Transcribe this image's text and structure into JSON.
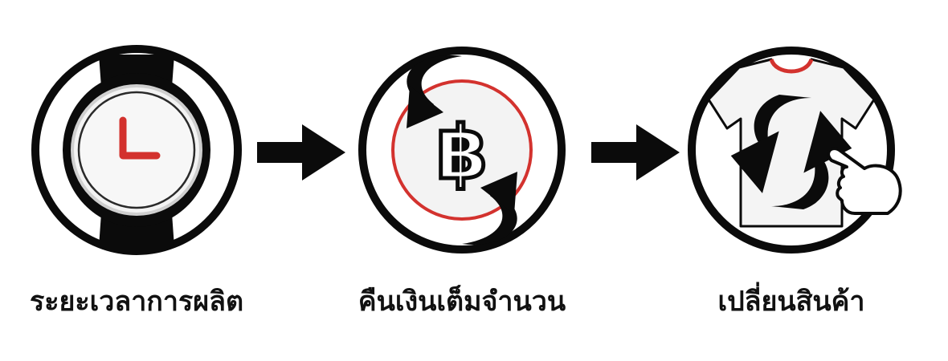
{
  "steps": [
    {
      "label": "ระยะเวลาการผลิต",
      "icon": "watch-clock-icon"
    },
    {
      "label": "คืนเงินเต็มจำนวน",
      "icon": "baht-refund-icon"
    },
    {
      "label": "เปลี่ยนสินค้า",
      "icon": "shirt-exchange-icon"
    }
  ],
  "colors": {
    "ink": "#0b0b0b",
    "accent": "#d3322e",
    "paper": "#ffffff",
    "light": "#f3f3f3"
  },
  "symbols": {
    "currency": "฿"
  }
}
